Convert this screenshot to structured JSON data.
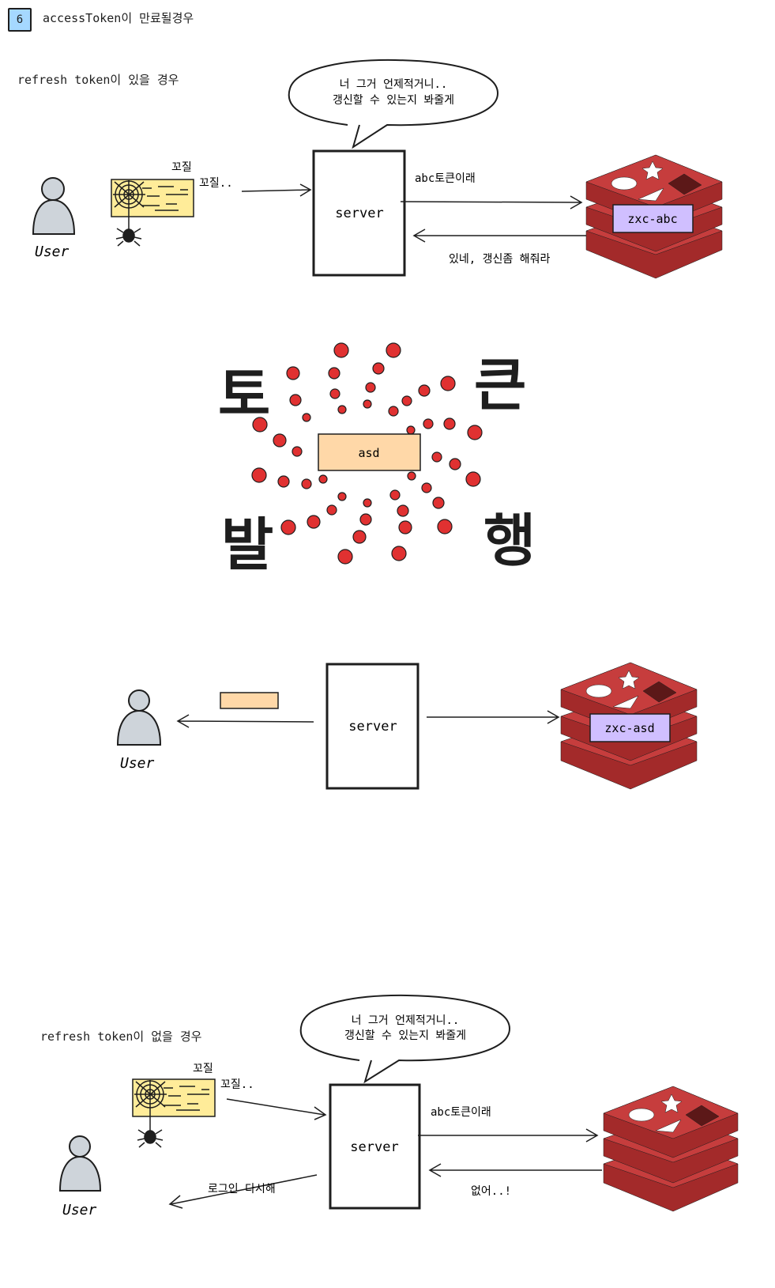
{
  "header": {
    "step_number": "6",
    "title": "accessToken이 만료될경우"
  },
  "colors": {
    "stroke": "#1e1e1e",
    "step_badge": "#a5d8ff",
    "note_yellow": "#ffec99",
    "token_orange": "#ffd8a8",
    "redis_key_purple": "#d0bfff",
    "redis_red": "#c63d3d",
    "burst_red": "#e03131",
    "user_gray": "#ced4da"
  },
  "section_refresh": {
    "label": "refresh token이 있을 경우",
    "user_label": "User",
    "note_text_1": "꼬질",
    "note_text_2": "꼬질..",
    "bubble_line_1": "너 그거 언제적거니..",
    "bubble_line_2": "갱신할 수 있는지 봐줄게",
    "server_label": "server",
    "request_label": "abc토큰이래",
    "response_label": "있네, 갱신좀 해줘라",
    "redis_key": "zxc-abc",
    "redis_icon": "redis-stack-icon",
    "spider_icon": "spider-web-icon"
  },
  "section_issue": {
    "char_1": "토",
    "char_2": "큰",
    "char_3": "발",
    "char_4": "행",
    "token_label": "asd"
  },
  "section_issued": {
    "user_label": "User",
    "server_label": "server",
    "redis_key": "zxc-asd"
  },
  "section_norefresh": {
    "label": "refresh token이 없을 경우",
    "user_label": "User",
    "note_text_1": "꼬질",
    "note_text_2": "꼬질..",
    "bubble_line_1": "너 그거 언제적거니..",
    "bubble_line_2": "갱신할 수 있는지 봐줄게",
    "server_label": "server",
    "request_label": "abc토큰이래",
    "response_label": "없어..!",
    "user_response_label": "로그인 다시해"
  }
}
